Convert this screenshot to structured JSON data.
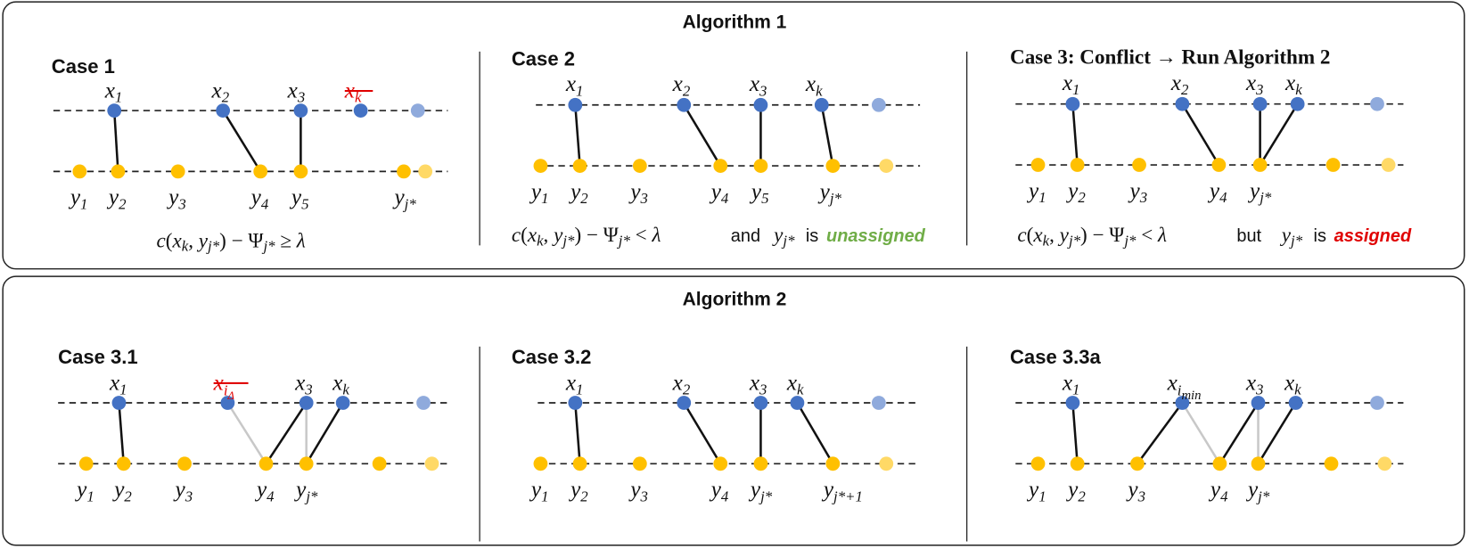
{
  "colors": {
    "x_node": "#4472c4",
    "x_node_faded": "#8faadc",
    "y_node": "#ffc000",
    "y_node_faded": "#ffd966",
    "unassigned": "#70ad47",
    "assigned": "#e00000",
    "removed": "#e00000",
    "ghost_edge": "#c8c8c8"
  },
  "algorithm1": {
    "title": "Algorithm 1",
    "case1": {
      "title": "Case 1",
      "x_labels": [
        "x₁",
        "x₂",
        "x₃",
        "xₖ (struck, red)"
      ],
      "y_labels": [
        "y₁",
        "y₂",
        "y₃",
        "y₄",
        "y₅",
        "y_j*"
      ],
      "condition": "c(xₖ, y_j*) − Ψ_j* ≥ λ"
    },
    "case2": {
      "title": "Case 2",
      "x_labels": [
        "x₁",
        "x₂",
        "x₃",
        "xₖ"
      ],
      "y_labels": [
        "y₁",
        "y₂",
        "y₃",
        "y₄",
        "y₅",
        "y_j*"
      ],
      "condition": "c(xₖ, y_j*) − Ψ_j* < λ",
      "and": "and",
      "is": "is",
      "status": "unassigned"
    },
    "case3": {
      "title": "Case 3: Conflict → Run Algorithm 2",
      "x_labels": [
        "x₁",
        "x₂",
        "x₃",
        "xₖ"
      ],
      "y_labels": [
        "y₁",
        "y₂",
        "y₃",
        "y₄",
        "y_j*"
      ],
      "condition": "c(xₖ, y_j*) − Ψ_j* < λ",
      "but": "but",
      "is": "is",
      "status": "assigned"
    }
  },
  "algorithm2": {
    "title": "Algorithm 2",
    "case31": {
      "title": "Case 3.1",
      "x_labels": [
        "x₁",
        "x_iΔ (struck, red)",
        "x₃",
        "xₖ"
      ],
      "y_labels": [
        "y₁",
        "y₂",
        "y₃",
        "y₄",
        "y_j*"
      ]
    },
    "case32": {
      "title": "Case 3.2",
      "x_labels": [
        "x₁",
        "x₂",
        "x₃",
        "xₖ"
      ],
      "y_labels": [
        "y₁",
        "y₂",
        "y₃",
        "y₄",
        "y_j*",
        "y_j*+1"
      ]
    },
    "case33a": {
      "title": "Case 3.3a",
      "x_labels": [
        "x₁",
        "x_imin",
        "x₃",
        "xₖ"
      ],
      "y_labels": [
        "y₁",
        "y₂",
        "y₃",
        "y₄",
        "y_j*"
      ]
    }
  }
}
